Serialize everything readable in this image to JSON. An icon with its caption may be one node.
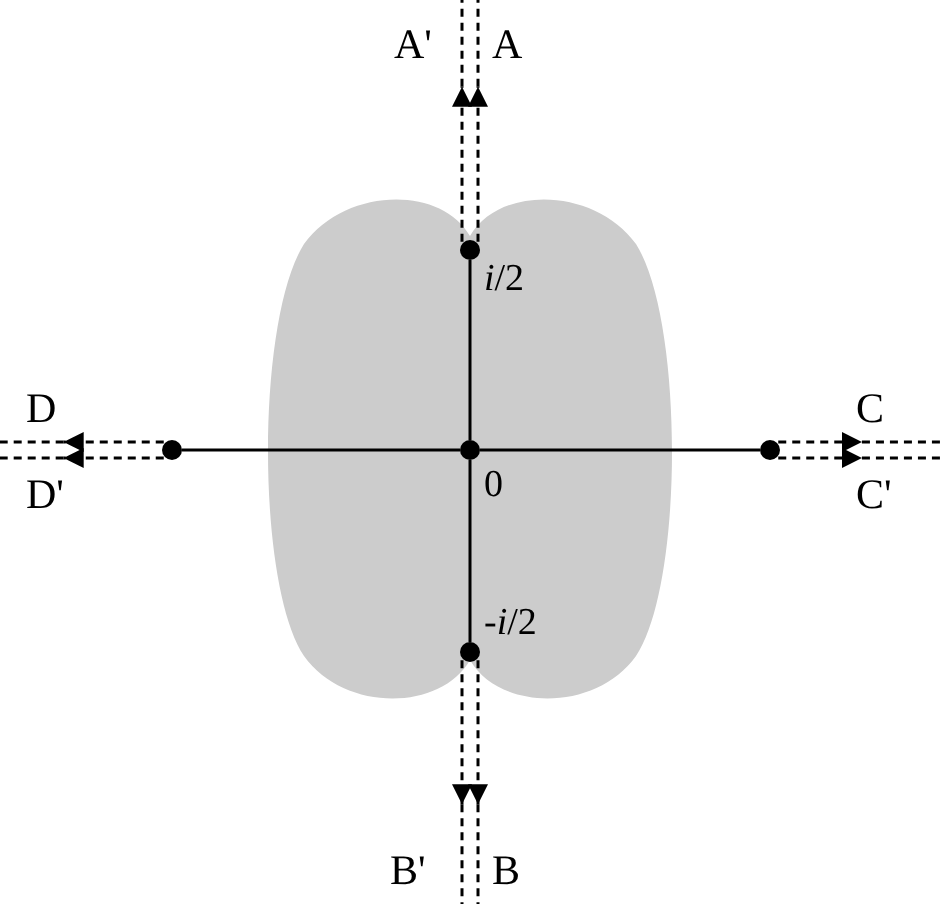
{
  "diagram": {
    "nodes": [
      {
        "text": [],
        "shape": "circle",
        "beside": [
          "*i*/2"
        ]
      },
      {
        "text": [],
        "shape": "circle"
      },
      {
        "text": [],
        "shape": "circle",
        "beside": [
          "0"
        ]
      },
      {
        "text": [],
        "shape": "circle"
      },
      {
        "text": [],
        "shape": "circle",
        "beside": [
          "-*i*/2"
        ]
      }
    ],
    "edges": [
      {
        "from": 2,
        "to": 0,
        "arrow": "none"
      },
      {
        "from": 2,
        "to": 1,
        "arrow": "none"
      },
      {
        "from": 2,
        "to": 3,
        "arrow": "none"
      },
      {
        "from": 2,
        "to": 4,
        "arrow": "none"
      },
      {
        "from": 0,
        "to": null,
        "arrow": "to",
        "style": "dashed",
        "label": "A'"
      },
      {
        "from": 0,
        "to": null,
        "arrow": "to",
        "style": "dashed",
        "label": "A"
      },
      {
        "from": 4,
        "to": null,
        "arrow": "to",
        "style": "dashed",
        "label": "B'"
      },
      {
        "from": 4,
        "to": null,
        "arrow": "to",
        "style": "dashed",
        "label": "B"
      },
      {
        "from": 3,
        "to": null,
        "arrow": "to",
        "style": "dashed",
        "label": "C"
      },
      {
        "from": 3,
        "to": null,
        "arrow": "to",
        "style": "dashed",
        "label": "C'"
      },
      {
        "from": 1,
        "to": null,
        "arrow": "to",
        "style": "dashed",
        "label": "D"
      },
      {
        "from": 1,
        "to": null,
        "arrow": "to",
        "style": "dashed",
        "label": "D'"
      }
    ]
  }
}
